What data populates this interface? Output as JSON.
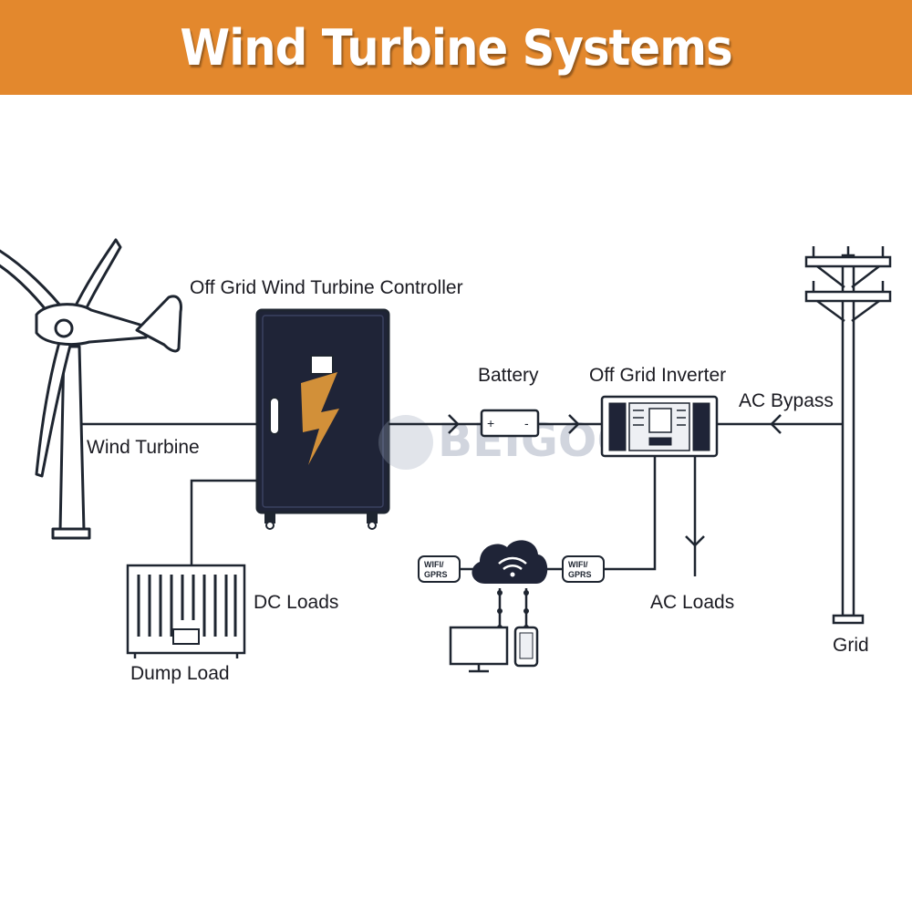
{
  "title": "Wind Turbine Systems",
  "watermark": "BEIGOOD",
  "labels": {
    "controller": "Off Grid Wind Turbine Controller",
    "battery": "Battery",
    "inverter": "Off Grid Inverter",
    "ac_bypass": "AC Bypass",
    "wind_turbine": "Wind Turbine",
    "dc_loads": "DC Loads",
    "dump_load": "Dump Load",
    "ac_loads": "AC Loads",
    "grid": "Grid"
  },
  "badges": {
    "left_line1": "WIFI/",
    "left_line2": "GPRS",
    "right_line1": "WIFI/",
    "right_line2": "GPRS"
  },
  "battery_symbols": {
    "plus": "+",
    "minus": "-"
  },
  "colors": {
    "banner": "#e3882d",
    "line": "#1e2530",
    "cabinet": "#1f2437",
    "brand_accent": "#f2a33a"
  }
}
